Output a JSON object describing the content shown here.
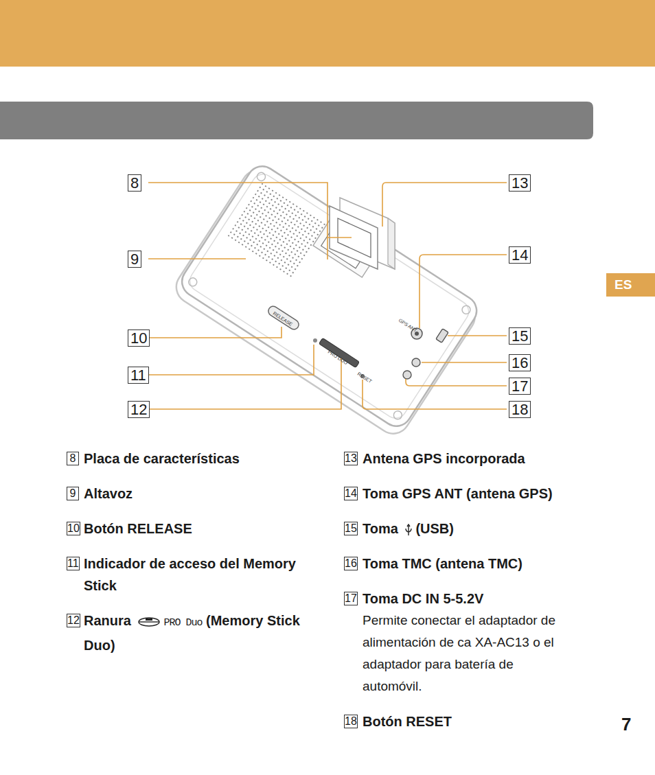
{
  "diagram": {
    "nodes": [
      {
        "text": [
          "ES"
        ]
      }
    ],
    "labels": [
      "8",
      "9",
      "10",
      "11",
      "12",
      "13",
      "14",
      "15",
      "16",
      "17",
      "18",
      "RELEASE",
      "GPS ANT",
      "PRO DUO",
      "RESET",
      "8",
      "Placa de características",
      "9",
      "Altavoz",
      "10",
      "Botón RELEASE",
      "11",
      "Indicador de acceso del Memory Stick",
      "12",
      "Ranura",
      "PRO Duo",
      "(Memory Stick Duo)",
      "13",
      "Antena GPS incorporada",
      "14",
      "Toma GPS ANT (antena GPS)",
      "15",
      "Toma",
      "(USB)",
      "16",
      "Toma TMC (antena TMC)",
      "17",
      "Toma DC IN 5-5.2V",
      "Permite conectar el adaptador de alimentación de ca XA-AC13 o el adaptador para batería de automóvil.",
      "18",
      "Botón RESET",
      "7"
    ]
  }
}
